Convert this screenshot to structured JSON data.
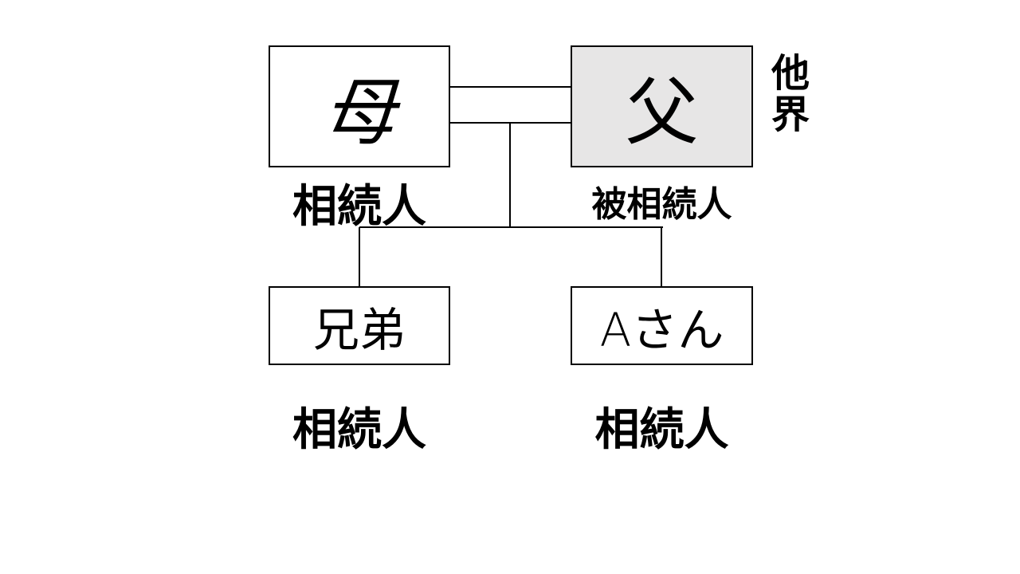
{
  "family_tree": {
    "mother": {
      "name": "母",
      "role": "相続人"
    },
    "father": {
      "name": "父",
      "role": "被相続人",
      "status": [
        "他",
        "界"
      ]
    },
    "sibling": {
      "name": "兄弟",
      "role": "相続人"
    },
    "person_a": {
      "name": "Aさん",
      "role": "相続人"
    }
  },
  "colors": {
    "deceased_fill": "#e7e6e6",
    "line": "#000000"
  }
}
